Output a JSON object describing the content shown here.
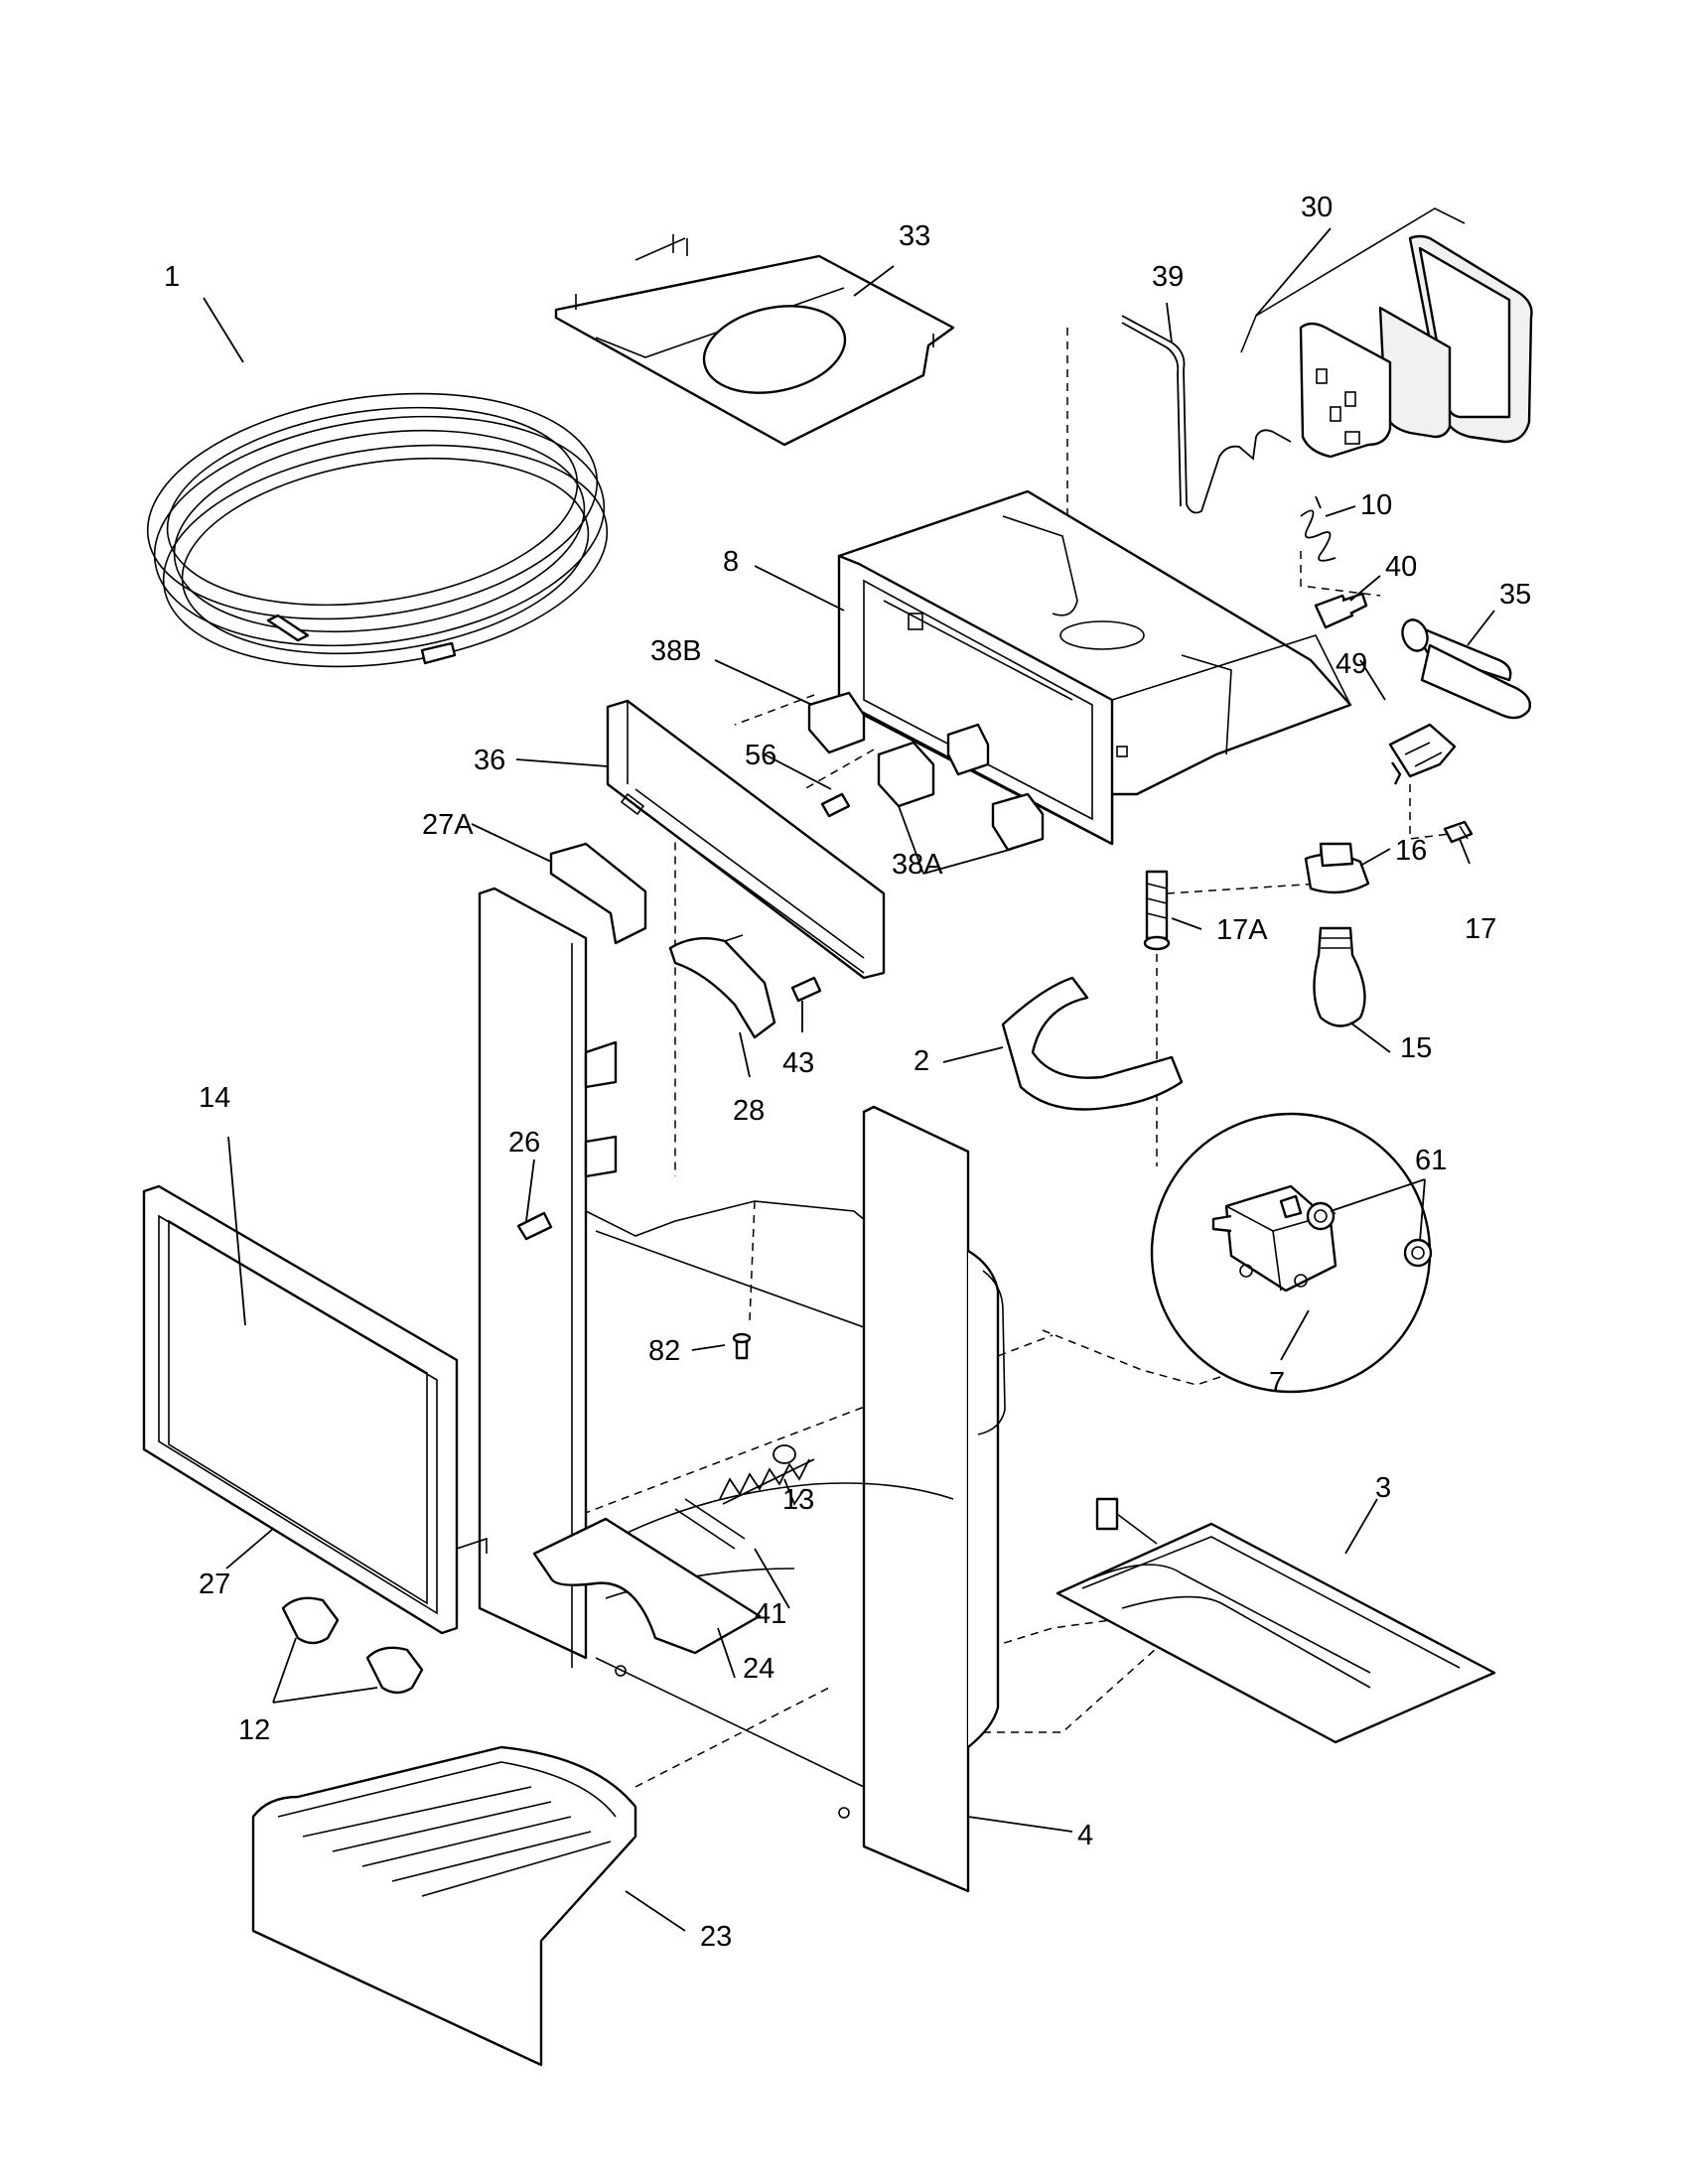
{
  "diagram": {
    "callouts": [
      {
        "id": "1",
        "text": "1"
      },
      {
        "id": "2",
        "text": "2"
      },
      {
        "id": "3",
        "text": "3"
      },
      {
        "id": "4",
        "text": "4"
      },
      {
        "id": "7",
        "text": "7"
      },
      {
        "id": "8",
        "text": "8"
      },
      {
        "id": "10",
        "text": "10"
      },
      {
        "id": "12",
        "text": "12"
      },
      {
        "id": "13",
        "text": "13"
      },
      {
        "id": "14",
        "text": "14"
      },
      {
        "id": "15",
        "text": "15"
      },
      {
        "id": "16",
        "text": "16"
      },
      {
        "id": "17",
        "text": "17"
      },
      {
        "id": "17A",
        "text": "17A"
      },
      {
        "id": "23",
        "text": "23"
      },
      {
        "id": "24",
        "text": "24"
      },
      {
        "id": "26",
        "text": "26"
      },
      {
        "id": "27",
        "text": "27"
      },
      {
        "id": "27A",
        "text": "27A"
      },
      {
        "id": "28",
        "text": "28"
      },
      {
        "id": "30",
        "text": "30"
      },
      {
        "id": "33",
        "text": "33"
      },
      {
        "id": "35",
        "text": "35"
      },
      {
        "id": "36",
        "text": "36"
      },
      {
        "id": "38A",
        "text": "38A"
      },
      {
        "id": "38B",
        "text": "38B"
      },
      {
        "id": "39",
        "text": "39"
      },
      {
        "id": "40",
        "text": "40"
      },
      {
        "id": "41",
        "text": "41"
      },
      {
        "id": "43",
        "text": "43"
      },
      {
        "id": "49",
        "text": "49"
      },
      {
        "id": "56",
        "text": "56"
      },
      {
        "id": "61",
        "text": "61"
      },
      {
        "id": "82",
        "text": "82"
      }
    ]
  }
}
